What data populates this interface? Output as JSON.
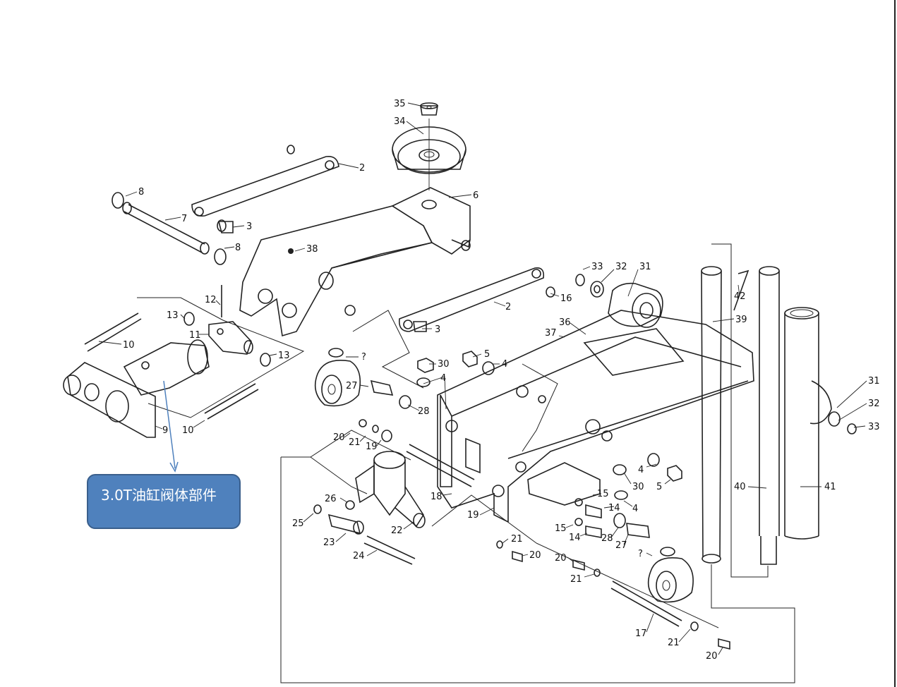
{
  "callout": {
    "text": "3.0T油缸阀体部件"
  },
  "part_labels": [
    {
      "id": "l35",
      "text": "35"
    },
    {
      "id": "l34",
      "text": "34"
    },
    {
      "id": "l2a",
      "text": "2"
    },
    {
      "id": "l6",
      "text": "6"
    },
    {
      "id": "l8a",
      "text": "8"
    },
    {
      "id": "l7",
      "text": "7"
    },
    {
      "id": "l3a",
      "text": "3"
    },
    {
      "id": "l8b",
      "text": "8"
    },
    {
      "id": "l38",
      "text": "38"
    },
    {
      "id": "l33a",
      "text": "33"
    },
    {
      "id": "l32a",
      "text": "32"
    },
    {
      "id": "l31a",
      "text": "31"
    },
    {
      "id": "l42",
      "text": "42"
    },
    {
      "id": "l16",
      "text": "16"
    },
    {
      "id": "l2b",
      "text": "2"
    },
    {
      "id": "l12",
      "text": "12"
    },
    {
      "id": "l13a",
      "text": "13"
    },
    {
      "id": "l11",
      "text": "11"
    },
    {
      "id": "l13b",
      "text": "13"
    },
    {
      "id": "l10a",
      "text": "10"
    },
    {
      "id": "l10b",
      "text": "10"
    },
    {
      "id": "l9",
      "text": "9"
    },
    {
      "id": "l3b",
      "text": "3"
    },
    {
      "id": "l36",
      "text": "36"
    },
    {
      "id": "l37",
      "text": "37"
    },
    {
      "id": "l39",
      "text": "39"
    },
    {
      "id": "lqa",
      "text": "?"
    },
    {
      "id": "l30a",
      "text": "30"
    },
    {
      "id": "l5a",
      "text": "5"
    },
    {
      "id": "l4a",
      "text": "4"
    },
    {
      "id": "l4b",
      "text": "4"
    },
    {
      "id": "l27a",
      "text": "27"
    },
    {
      "id": "l28a",
      "text": "28"
    },
    {
      "id": "l20a",
      "text": "20"
    },
    {
      "id": "l21a",
      "text": "21"
    },
    {
      "id": "l19a",
      "text": "19"
    },
    {
      "id": "l31b",
      "text": "31"
    },
    {
      "id": "l32b",
      "text": "32"
    },
    {
      "id": "l33b",
      "text": "33"
    },
    {
      "id": "l4c",
      "text": "4"
    },
    {
      "id": "l5b",
      "text": "5"
    },
    {
      "id": "l30b",
      "text": "30"
    },
    {
      "id": "l40",
      "text": "40"
    },
    {
      "id": "l41",
      "text": "41"
    },
    {
      "id": "l18",
      "text": "18"
    },
    {
      "id": "l26",
      "text": "26"
    },
    {
      "id": "l15a",
      "text": "15"
    },
    {
      "id": "l14a",
      "text": "14"
    },
    {
      "id": "l4d",
      "text": "4"
    },
    {
      "id": "l25",
      "text": "25"
    },
    {
      "id": "l19b",
      "text": "19"
    },
    {
      "id": "l22",
      "text": "22"
    },
    {
      "id": "l23",
      "text": "23"
    },
    {
      "id": "l15b",
      "text": "15"
    },
    {
      "id": "l14b",
      "text": "14"
    },
    {
      "id": "l28b",
      "text": "28"
    },
    {
      "id": "l27b",
      "text": "27"
    },
    {
      "id": "l24",
      "text": "24"
    },
    {
      "id": "l21b",
      "text": "21"
    },
    {
      "id": "l20b",
      "text": "20"
    },
    {
      "id": "lqb",
      "text": "?"
    },
    {
      "id": "l20c",
      "text": "20"
    },
    {
      "id": "l21c",
      "text": "21"
    },
    {
      "id": "l17",
      "text": "17"
    },
    {
      "id": "l21d",
      "text": "21"
    },
    {
      "id": "l20d",
      "text": "20"
    }
  ]
}
